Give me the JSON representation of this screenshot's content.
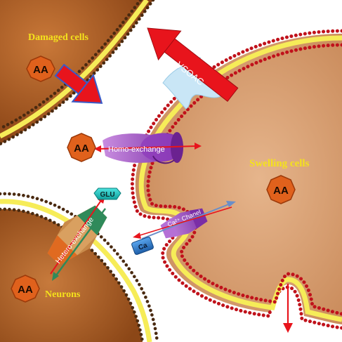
{
  "labels": {
    "damaged_cells": "Damaged cells",
    "swelling_cells": "Swelling cells",
    "neurons": "Neurons",
    "vsoac": "VSOAC",
    "homo_exchange": "Homo-exchange",
    "hetero_exchange": "Hetero-exchange",
    "ca_channel": "Ca²⁺ Chanel",
    "glu": "GLU",
    "ca": "Ca",
    "aa_damaged": "AA",
    "aa_middle": "AA",
    "aa_swelling": "AA",
    "aa_neurons": "AA"
  },
  "colors": {
    "cell_fill": "#c06a2c",
    "swelling_fill": "#dba377",
    "membrane_dots": "#c0121b",
    "membrane_yellow": "#f6ec58",
    "neuron_dots": "#5b3518",
    "label_yellow": "#f4e21c",
    "arrow_red": "#e8141c",
    "transporter_purple": "#9a3fc0",
    "aa_orange": "#e0611c",
    "glu_cyan": "#17c8c4",
    "ca_blue": "#2b79c8"
  }
}
